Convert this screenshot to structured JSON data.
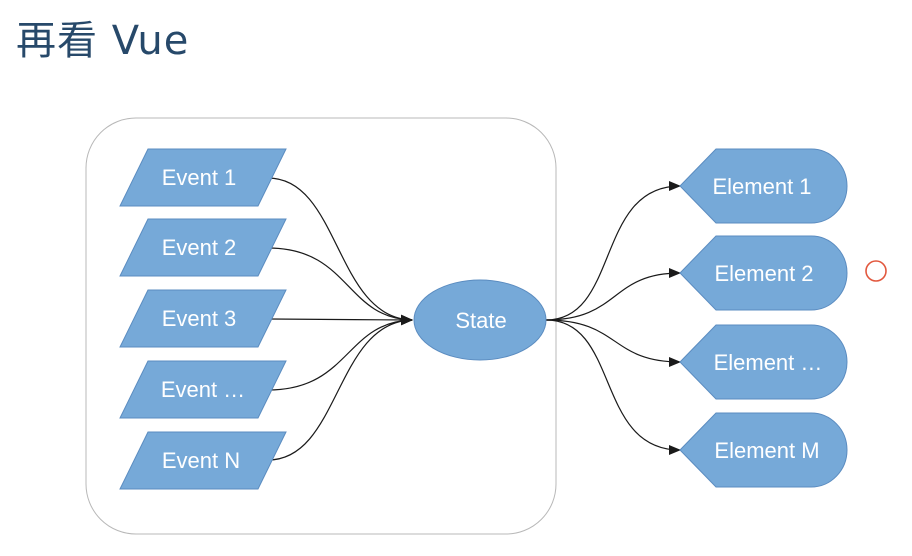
{
  "title": "再看 Vue",
  "events": [
    "Event 1",
    "Event 2",
    "Event 3",
    "Event …",
    "Event N"
  ],
  "state": "State",
  "elements": [
    "Element 1",
    "Element 2",
    "Element …",
    "Element M"
  ],
  "colors": {
    "node_fill": "#76a9d8",
    "title": "#27496a",
    "edge": "#1a1a1a",
    "cursor_ring": "#e2583e"
  }
}
